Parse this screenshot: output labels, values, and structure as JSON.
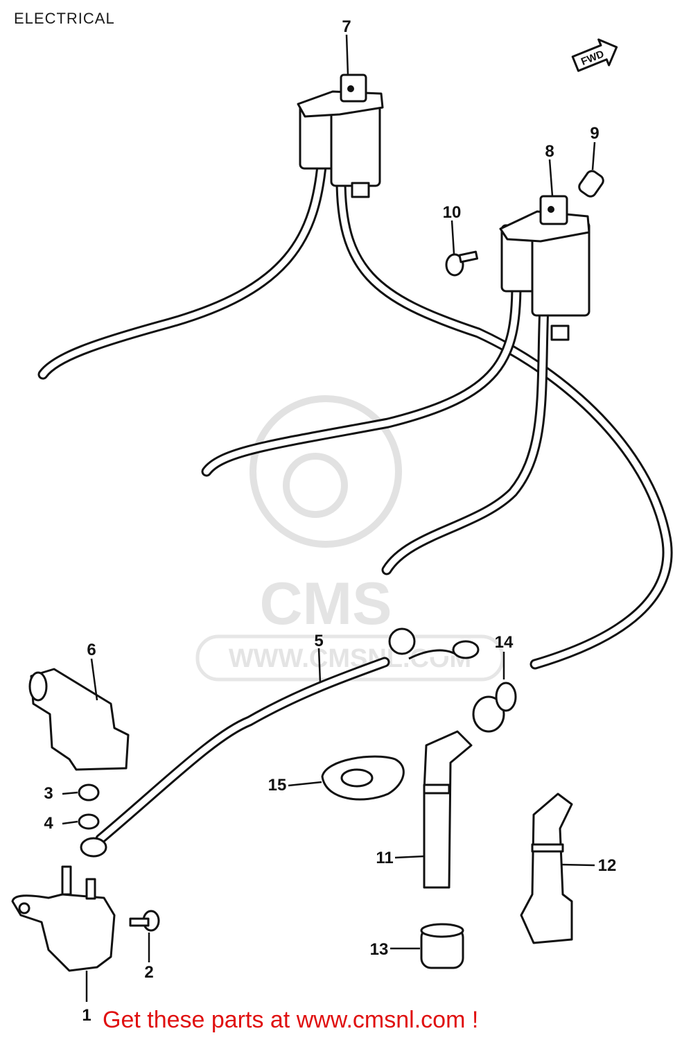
{
  "header": {
    "title": "ELECTRICAL"
  },
  "footer": {
    "text": "Get these parts at www.cmsnl.com !"
  },
  "watermark": {
    "brand": "CMS",
    "url": "WWW.CMSNL.COM"
  },
  "direction_arrow": {
    "label": "FWD"
  },
  "callouts": [
    "1",
    "2",
    "3",
    "4",
    "5",
    "6",
    "7",
    "8",
    "9",
    "10",
    "11",
    "12",
    "13",
    "14",
    "15"
  ],
  "colors": {
    "footer_text": "#e01010",
    "line_art": "#111111",
    "watermark": "#e2e2e2"
  }
}
